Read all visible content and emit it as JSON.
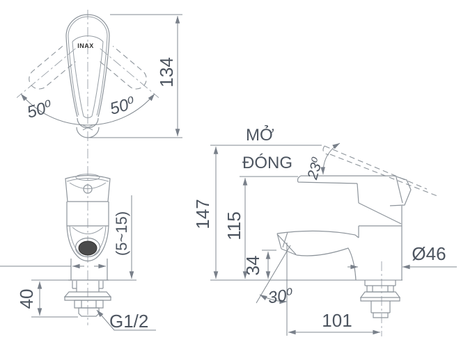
{
  "drawing": {
    "brand": "INAX",
    "top_view": {
      "handle_length": "134",
      "swing_angle_left": "50⁰",
      "swing_angle_right": "50⁰"
    },
    "front_view": {
      "deck_thickness_range": "(5~15)",
      "shank_length": "40",
      "thread_size": "G1/2"
    },
    "side_view": {
      "open_label": "MỞ",
      "closed_label": "ĐÓNG",
      "lift_angle": "23⁰",
      "total_height": "147",
      "spout_top_height": "115",
      "outlet_height": "34",
      "stream_angle": "30⁰",
      "spout_reach": "101",
      "base_diameter": "Ø46"
    }
  },
  "colors": {
    "line": "#8d949b",
    "dimension": "#828990",
    "text": "#4d5560",
    "aerator": "#4b4b4b",
    "background": "#ffffff"
  }
}
